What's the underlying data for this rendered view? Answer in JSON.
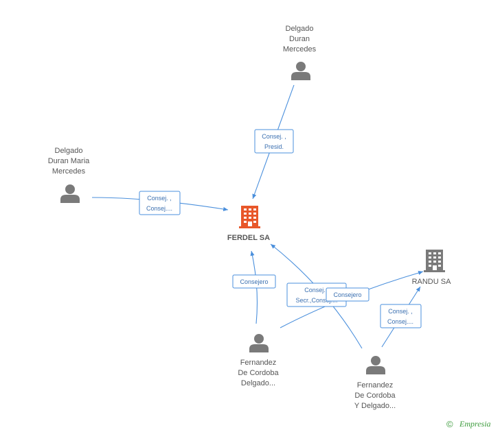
{
  "nodes": {
    "person_top": [
      "Delgado",
      "Duran",
      "Mercedes"
    ],
    "person_left": [
      "Delgado",
      "Duran Maria",
      "Mercedes"
    ],
    "company_main": "FERDEL SA",
    "company_second": "RANDU SA",
    "person_bottom_left": [
      "Fernandez",
      "De Cordoba",
      "Delgado..."
    ],
    "person_bottom_right": [
      "Fernandez",
      "De Cordoba",
      "Y Delgado..."
    ]
  },
  "edges": {
    "top_to_main": [
      "Consej. ,",
      "Presid."
    ],
    "left_to_main": [
      "Consej. ,",
      "Consej...."
    ],
    "bottom_left_to_main": [
      "Consejero"
    ],
    "bottom_right_to_main": [
      "Consej. ,",
      "Secr.,Consej...."
    ],
    "bottom_left_to_second": [
      "Consejero"
    ],
    "bottom_right_to_second": [
      "Consej. ,",
      "Consej...."
    ]
  },
  "brand": {
    "copyright": "©",
    "name": "Empresia"
  },
  "colors": {
    "edge": "#4a8fdc",
    "main_company": "#e8572a",
    "company": "#7a7a7a",
    "person": "#7a7a7a"
  }
}
